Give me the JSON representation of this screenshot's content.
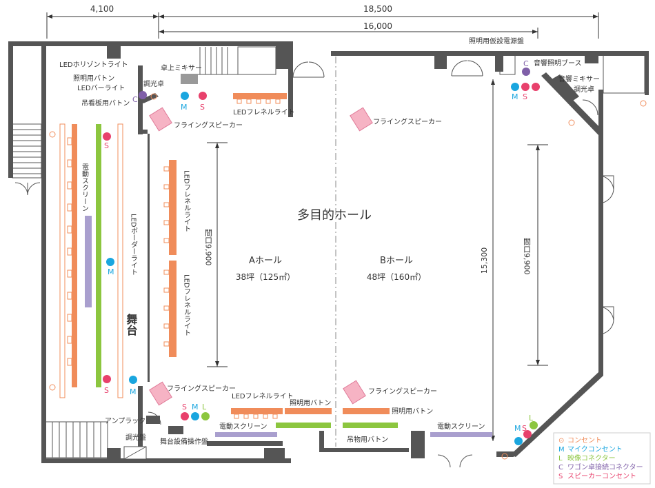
{
  "title": "多目的ホール",
  "dimensions": {
    "d1": "4,100",
    "d2": "18,500",
    "d3": "16,000",
    "height": "15,300",
    "opening_left": "間口9,900",
    "opening_right": "間口9,900"
  },
  "halls": {
    "a_name": "Aホール",
    "a_area": "38坪（125㎡）",
    "b_name": "Bホール",
    "b_area": "48坪（160㎡）"
  },
  "stage": "舞台",
  "labels": {
    "led_horizon": "LEDホリゾントライト",
    "light_baton": "照明用バトン",
    "led_bar": "LEDバーライト",
    "hanging_baton": "吊看板用バトン",
    "electric_screen_vertical": "電動スクリーン",
    "led_border": "LEDボーダーライト",
    "led_fresnel_top": "LEDフレネルライト",
    "led_fresnel_v1": "LEDフレネルライト",
    "led_fresnel_v2": "LEDフレネルライト",
    "led_fresnel_bottom": "LEDフレネルライト",
    "flying_speaker_1": "フライングスピーカー",
    "flying_speaker_2": "フライングスピーカー",
    "flying_speaker_3": "フライングスピーカー",
    "flying_speaker_4": "フライングスピーカー",
    "desk_mixer": "卓上ミキサー",
    "dimmer_desk": "調光卓",
    "temp_power": "照明用仮設電源盤",
    "sound_booth": "音響照明ブース",
    "sound_mixer": "音響ミキサー",
    "dimmer_desk_2": "調光卓",
    "amp_rack": "アンプラック",
    "dimmer_panel": "調光盤",
    "stage_panel": "舞台設備操作盤",
    "electric_screen_1": "電動スクリーン",
    "electric_screen_2": "電動スクリーン",
    "light_baton_a": "照明用バトン",
    "light_baton_b": "照明用バトン",
    "hanging_baton_b": "吊物用バトン"
  },
  "outlets": {
    "s": "S",
    "m": "M",
    "l": "L",
    "c": "C"
  },
  "legend": [
    {
      "key": "outlet",
      "symbol": "⊙",
      "label": "コンセント",
      "color": "#f08c5a"
    },
    {
      "key": "mic",
      "symbol": "M",
      "label": "マイクコンセント",
      "color": "#1aa6df"
    },
    {
      "key": "video",
      "symbol": "L",
      "label": "映像コネクター",
      "color": "#8cc63f"
    },
    {
      "key": "wagon",
      "symbol": "C",
      "label": "ワゴン卓接続コネクター",
      "color": "#7f5fa8"
    },
    {
      "key": "speaker",
      "symbol": "S",
      "label": "スピーカーコンセント",
      "color": "#e8416c"
    }
  ],
  "colors": {
    "wall": "#555555",
    "orange": "#f08c5a",
    "green": "#8cc63f",
    "purple": "#a99fce",
    "pink": "#f6b3c4",
    "magenta": "#e8416c",
    "cyan": "#1aa6df",
    "violet": "#7f5fa8"
  }
}
